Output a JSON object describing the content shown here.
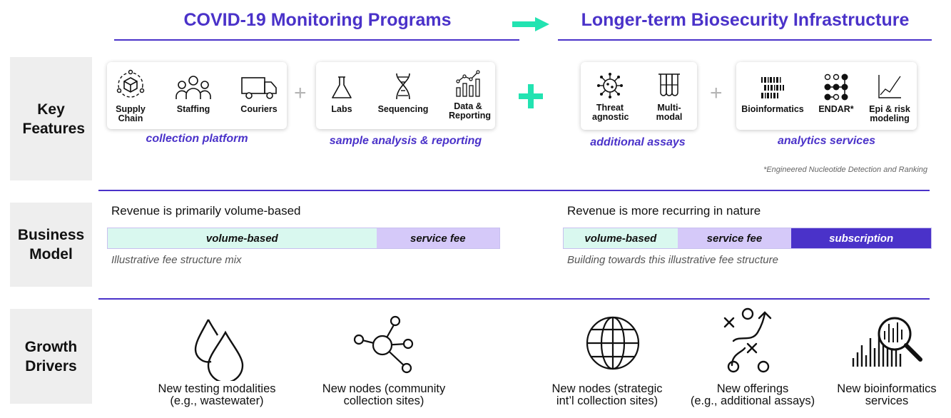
{
  "headers": {
    "left": "COVID-19 Monitoring Programs",
    "right": "Longer-term Biosecurity Infrastructure"
  },
  "colors": {
    "accent": "#4a32c9",
    "teal": "#22e3b1",
    "volume": "#d9f8ef",
    "service": "#d5c9f9",
    "subscription": "#4a32c9"
  },
  "rows": {
    "key_features": "Key Features",
    "business_model": "Business Model",
    "growth_drivers": "Growth Drivers"
  },
  "features": {
    "collection": {
      "items": [
        {
          "label": "Supply Chain",
          "icon": "box-network-icon"
        },
        {
          "label": "Staffing",
          "icon": "people-icon"
        },
        {
          "label": "Couriers",
          "icon": "truck-icon"
        }
      ],
      "caption": "collection platform"
    },
    "analysis": {
      "items": [
        {
          "label": "Labs",
          "icon": "flask-icon"
        },
        {
          "label": "Sequencing",
          "icon": "dna-icon"
        },
        {
          "label": "Data & Reporting",
          "icon": "bar-chart-icon"
        }
      ],
      "caption": "sample analysis & reporting"
    },
    "assays": {
      "items": [
        {
          "label": "Threat agnostic",
          "icon": "virus-icon"
        },
        {
          "label": "Multi-modal",
          "icon": "test-tubes-icon"
        }
      ],
      "caption": "additional assays"
    },
    "analytics": {
      "items": [
        {
          "label": "Bioinformatics",
          "icon": "barcode-icon"
        },
        {
          "label": "ENDAR*",
          "icon": "dot-matrix-icon"
        },
        {
          "label": "Epi & risk modeling",
          "icon": "line-chart-icon"
        }
      ],
      "caption": "analytics services"
    },
    "footnote": "*Engineered Nucleotide Detection and Ranking"
  },
  "business_model": {
    "left": {
      "title": "Revenue is primarily volume-based",
      "segments": [
        {
          "label": "volume-based",
          "share": 0.686
        },
        {
          "label": "service fee",
          "share": 0.314
        }
      ],
      "note": "Illustrative fee structure mix"
    },
    "right": {
      "title": "Revenue is more recurring in nature",
      "segments": [
        {
          "label": "volume-based",
          "share": 0.31
        },
        {
          "label": "service fee",
          "share": 0.31
        },
        {
          "label": "subscription",
          "share": 0.38
        }
      ],
      "note": "Building towards this illustrative fee structure"
    }
  },
  "growth": [
    {
      "line1": "New testing modalities",
      "line2": "(e.g., wastewater)",
      "icon": "water-drops-icon"
    },
    {
      "line1": "New nodes (community",
      "line2": "collection sites)",
      "icon": "network-node-icon"
    },
    {
      "line1": "New nodes (strategic",
      "line2": "int’l collection sites)",
      "icon": "globe-icon"
    },
    {
      "line1": "New offerings",
      "line2": "(e.g., additional assays)",
      "icon": "strategy-play-icon"
    },
    {
      "line1": "New bioinformatics",
      "line2": "services",
      "icon": "data-magnifier-icon"
    }
  ]
}
